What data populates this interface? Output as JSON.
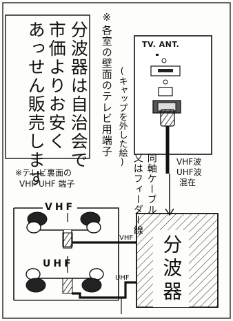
{
  "notice": {
    "lines": [
      "分波器は自治会で",
      "市価よりお安く",
      "あっせん販売します",
      ""
    ]
  },
  "wall_outlet_note": {
    "marker": "※",
    "line1": "各室の壁面のテレビ用端子",
    "line2": "(キャップを外した絵)"
  },
  "tv_ant_label": "TV. ANT.",
  "cable_label": {
    "line1": "同軸ケーブル",
    "line2": "又はフィーダー線"
  },
  "mixed_label": {
    "line1": "VHF波",
    "line2": "UHF波",
    "line3": "混在"
  },
  "tv_back_note": {
    "line1": "※テレビ裏面の",
    "line2": "VHF UHF 端子"
  },
  "vhf_label": "VHF",
  "uhf_label": "UHF",
  "splitter_label": "分波器",
  "splitter_out_vhf": "VHF",
  "splitter_out_uhf": "UHF"
}
